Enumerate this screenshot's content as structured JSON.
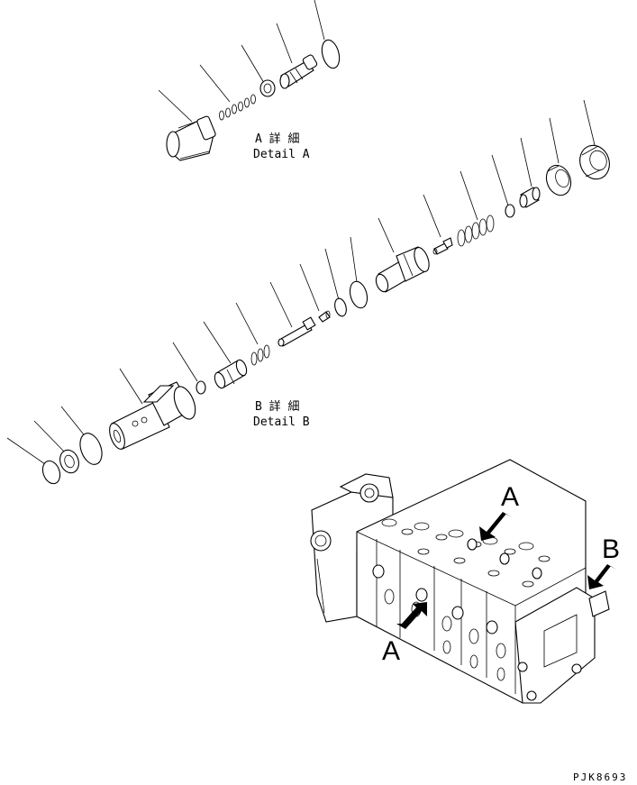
{
  "detail_a": {
    "label_jp": "A 詳 細",
    "label_en": "Detail A"
  },
  "detail_b": {
    "label_jp": "B 詳 細",
    "label_en": "Detail B"
  },
  "view_labels": {
    "a_top": "A",
    "a_bottom": "A",
    "b": "B"
  },
  "figure_code": "PJK8693"
}
